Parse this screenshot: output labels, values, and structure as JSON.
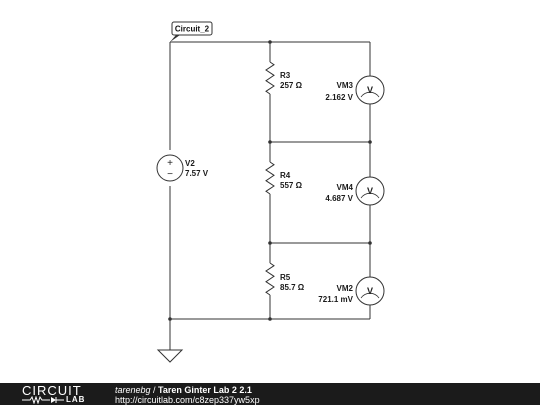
{
  "circuit": {
    "net_label": "Circuit_2",
    "source": {
      "name": "V2",
      "value": "7.57 V"
    },
    "resistors": [
      {
        "name": "R3",
        "value": "257 Ω"
      },
      {
        "name": "R4",
        "value": "557 Ω"
      },
      {
        "name": "R5",
        "value": "85.7 Ω"
      }
    ],
    "meters": [
      {
        "name": "VM3",
        "value": "2.162 V",
        "symbol": "V"
      },
      {
        "name": "VM4",
        "value": "4.687 V",
        "symbol": "V"
      },
      {
        "name": "VM2",
        "value": "721.1 mV",
        "symbol": "V"
      }
    ],
    "source_plus": "+",
    "source_minus": "−"
  },
  "footer": {
    "logo_top": "CIRCUIT",
    "logo_bottom": "LAB",
    "author": "tarenebg",
    "separator": " / ",
    "title": "Taren Ginter Lab 2 2.1",
    "url": "http://circuitlab.com/c8zep337yw5xp"
  },
  "colors": {
    "wire": "#333333",
    "node": "#333333",
    "footer_bg": "#1b1b1b",
    "text": "#1a1a1a"
  }
}
